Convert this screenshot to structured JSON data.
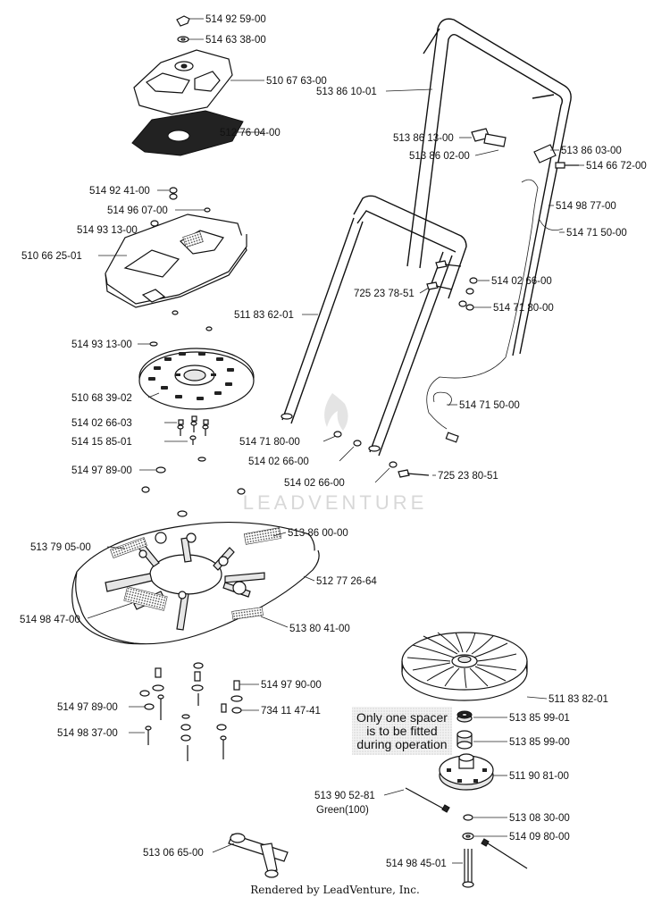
{
  "part_labels": [
    "514 92 59-00",
    "514 63 38-00",
    "510 67 63-00",
    "512 76 04-00",
    "514 92  41-00",
    "514 96 07-00",
    "514 93 13-00",
    "510 66 25-01",
    "514 93 13-00",
    "510 68 39-02",
    "514 02 66-03",
    "514 15 85-01",
    "514 97 89-00",
    "513 79 05-00",
    "514 98 47-00",
    "513 86 00-00",
    "512 77 26-64",
    "513 80 41-00",
    "514 97 89-00",
    "514 98 37-00",
    "514 97 90-00",
    "734 11 47-41",
    "513 06 65-00",
    "513 86 10-01",
    "513 86 13-00",
    "513 86 02-00",
    "513 86 03-00",
    "514 66 72-00",
    "514 98 77-00",
    "514 71 50-00",
    "725 23 78-51",
    "514 02 66-00",
    "514 71 80-00",
    "511 83 62-01",
    "514 71 50-00",
    "514 71 80-00",
    "514 02 66-00",
    "514 02 66-00",
    "725 23 80-51",
    "511 83 82-01",
    "513 85 99-01",
    "513 85 99-00",
    "511 90 81-00",
    "513 90 52-81",
    "Green(100)",
    "513 08 30-00",
    "514 09 80-00",
    "514 98 45-01"
  ],
  "note_lines": [
    "Only one spacer",
    "is to be fitted",
    "during operation"
  ],
  "watermark": "LEADVENTURE",
  "footer": "Rendered by LeadVenture, Inc."
}
